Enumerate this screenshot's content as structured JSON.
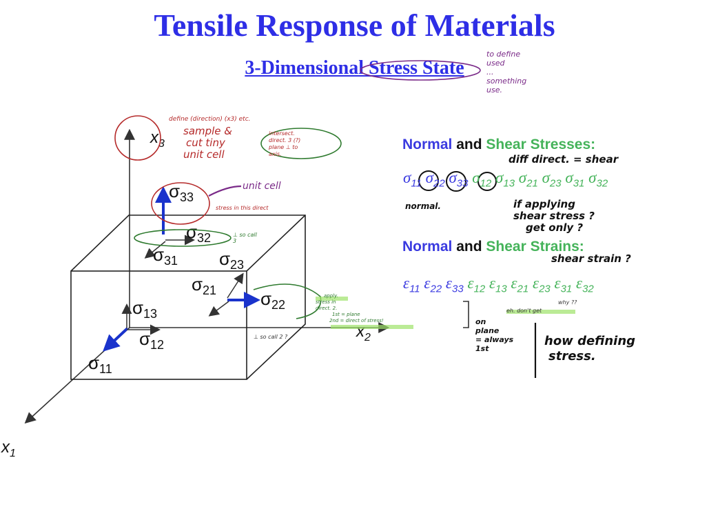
{
  "slide": {
    "title": "Tensile Response of Materials",
    "subtitle": "3-Dimensional Stress State"
  },
  "diagram": {
    "axes": {
      "x1": "x",
      "x1_sub": "1",
      "x2": "x",
      "x2_sub": "2",
      "x3": "x",
      "x3_sub": "3"
    },
    "stress_labels": [
      {
        "name": "sigma-33",
        "sym": "σ",
        "sub": "33"
      },
      {
        "name": "sigma-32",
        "sym": "σ",
        "sub": "32"
      },
      {
        "name": "sigma-31",
        "sym": "σ",
        "sub": "31"
      },
      {
        "name": "sigma-23",
        "sym": "σ",
        "sub": "23"
      },
      {
        "name": "sigma-21",
        "sym": "σ",
        "sub": "21"
      },
      {
        "name": "sigma-22",
        "sym": "σ",
        "sub": "22"
      },
      {
        "name": "sigma-13",
        "sym": "σ",
        "sub": "13"
      },
      {
        "name": "sigma-12",
        "sym": "σ",
        "sub": "12"
      },
      {
        "name": "sigma-11",
        "sym": "σ",
        "sub": "11"
      }
    ],
    "colors": {
      "axis": "#333333",
      "arrow": "#1a33cc",
      "cube": "#222222"
    }
  },
  "panel": {
    "stresses_heading": {
      "normal": "Normal",
      "and": "and",
      "shear": "Shear Stresses:"
    },
    "normal_stresses": [
      "11",
      "22",
      "33"
    ],
    "shear_stresses": [
      "12",
      "13",
      "21",
      "23",
      "31",
      "32"
    ],
    "strains_heading": {
      "normal": "Normal",
      "and": "and",
      "shear": "Shear Strains:"
    },
    "normal_strains": [
      "11",
      "22",
      "33"
    ],
    "shear_strains": [
      "12",
      "13",
      "21",
      "23",
      "31",
      "32"
    ],
    "colors": {
      "normal": "#3a3ae0",
      "shear": "#45b35a",
      "conj": "#111111"
    }
  },
  "annotations": {
    "top_right": [
      "to define",
      "used",
      "...",
      "something",
      "use."
    ],
    "x3_note": "define (direction) (x3) etc.",
    "sample_note": [
      "sample &",
      "cut tiny",
      "unit cell"
    ],
    "intersect_note": [
      "intersect.",
      "direct. 3 (?)",
      "plane ⊥ to",
      "axis."
    ],
    "unit_cell": "unit cell",
    "stress_note": "stress in this direct",
    "so_call": [
      "⊥ so call",
      "3"
    ],
    "apply_note": [
      "apply.",
      "stress in",
      "direct. 2.",
      "1st = plane",
      "2nd = direct of stress!"
    ],
    "perp_note": "⊥ so call 2 ?",
    "diff_direct": "diff direct. = shear",
    "normal_note": "normal.",
    "shear_q": [
      "if applying",
      "shear stress ?",
      "get only ?"
    ],
    "shear_strain_q": "shear strain ?",
    "dont_get": "eh. don't get",
    "why_q": "why ??",
    "on_plane": [
      "on",
      "plane",
      "= always",
      "1st"
    ],
    "how_defining": [
      "how defining",
      "stress."
    ]
  }
}
